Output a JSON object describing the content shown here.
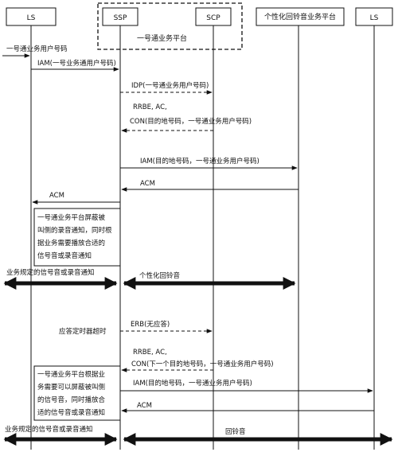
{
  "entities": {
    "ls_left": "LS",
    "ssp": "SSP",
    "scp": "SCP",
    "crbt_platform": "个性化回铃音业务平台",
    "ls_right": "LS",
    "group_label": "一号通业务平台"
  },
  "messages": {
    "incoming_call": "一号通业务用户号码",
    "iam_1": "IAM(一号业务通用户号码)",
    "idp": "IDP(一号通业务用户号码)",
    "rrbe_ac_1": "RRBE, AC,",
    "con_1": "CON(目的地号码，一号通业务用户号码)",
    "iam_2": "IAM(目的地号码，一号通业务用户号码)",
    "acm_1": "ACM",
    "acm_2": "ACM",
    "speech_left_1": "业务规定的信号音或录音通知",
    "speech_right_1": "个性化回铃音",
    "erb": "ERB(无应答)",
    "timer_expired": "应答定时器超时",
    "rrbe_ac_2": "RRBE, AC,",
    "con_2": "CON(下一个目的地号码，一号通业务用户号码)",
    "iam_3": "IAM(目的地号码，一号通业务用户号码)",
    "acm_3": "ACM",
    "speech_left_2": "业务规定的信号音或录音通知",
    "speech_right_2": "回铃音"
  },
  "notes": {
    "note_1": [
      "一号通业务平台屏蔽被",
      "叫侧的录音通知，同时根",
      "据业务需要播放合适的",
      "信号音或录音通知"
    ],
    "note_2": [
      "一号通业务平台根据业",
      "务需要可以屏蔽被叫侧",
      "的信号音，同时播放合",
      "适的信号音或录音通知"
    ]
  }
}
